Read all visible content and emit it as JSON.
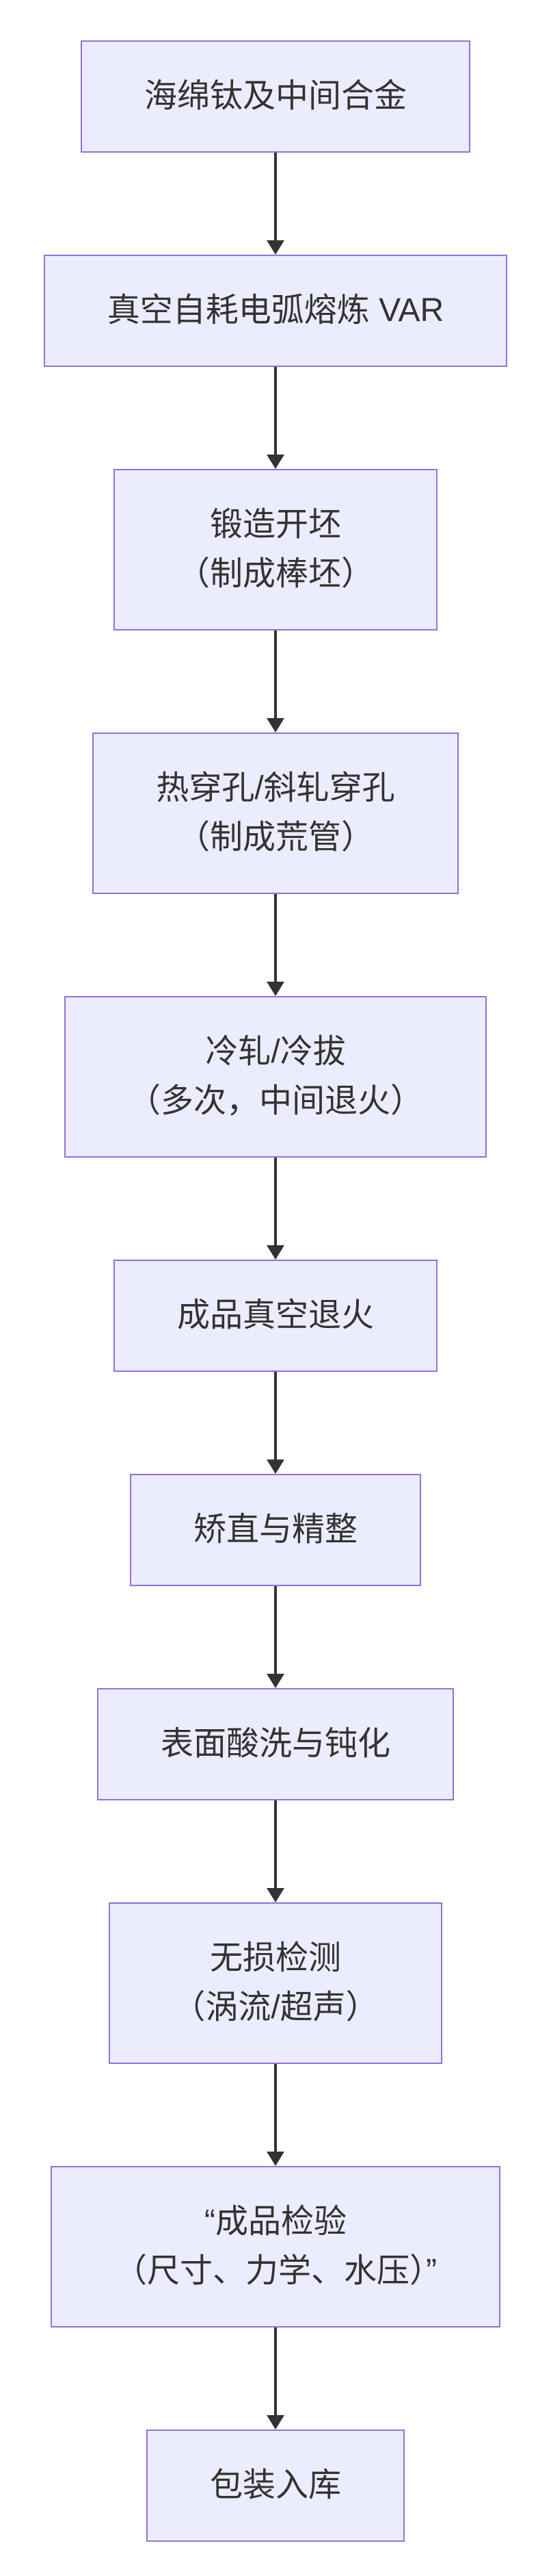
{
  "flowchart": {
    "nodes": [
      {
        "lines": [
          "海绵钛及中间合金"
        ]
      },
      {
        "lines": [
          "真空自耗电弧熔炼 VAR"
        ]
      },
      {
        "lines": [
          "锻造开坯",
          "（制成棒坯）"
        ]
      },
      {
        "lines": [
          "热穿孔/斜轧穿孔",
          "（制成荒管）"
        ]
      },
      {
        "lines": [
          "冷轧/冷拔",
          "（多次，中间退火）"
        ]
      },
      {
        "lines": [
          "成品真空退火"
        ]
      },
      {
        "lines": [
          "矫直与精整"
        ]
      },
      {
        "lines": [
          "表面酸洗与钝化"
        ]
      },
      {
        "lines": [
          "无损检测",
          "（涡流/超声）"
        ]
      },
      {
        "lines": [
          "“成品检验",
          "（尺寸、力学、水压）”"
        ]
      },
      {
        "lines": [
          "包装入库"
        ]
      }
    ],
    "colors": {
      "node_fill": "#ECECFF",
      "node_border": "#9370DB",
      "arrow": "#333333",
      "text": "#333333",
      "background": "#FFFFFF"
    }
  }
}
